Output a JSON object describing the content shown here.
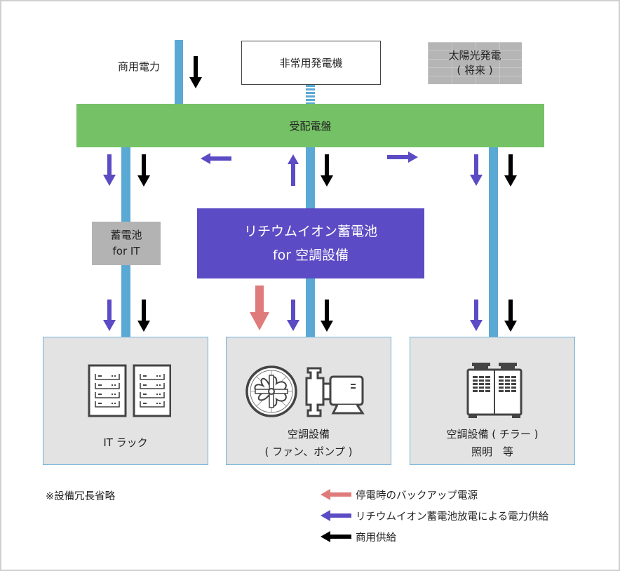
{
  "colors": {
    "pipe": "#5aa9d4",
    "bus": "#74c265",
    "lithium_battery": "#5b4bc4",
    "backup_arrow": "#e07b7b",
    "lithium_arrow": "#5b4bc4",
    "commercial_arrow": "#000000",
    "load_box_bg": "#e3e3e3",
    "load_box_border": "#6fb1d8"
  },
  "sources": {
    "commercial_power": "商用電力",
    "emergency_generator": "非常用発電機",
    "solar": {
      "line1": "太陽光発電",
      "line2": "( 将来 )"
    }
  },
  "bus": {
    "label": "受配電盤"
  },
  "it_ups": {
    "line1": "蓄電池",
    "line2": "for IT"
  },
  "lithium_battery": {
    "line1": "リチウムイオン蓄電池",
    "line2": "for 空調設備"
  },
  "loads": [
    {
      "icon": "server-rack-icon",
      "line1": "IT ラック",
      "line2": ""
    },
    {
      "icon": "fan-pump-icon",
      "line1": "空調設備",
      "line2": "( ファン、ポンプ )"
    },
    {
      "icon": "chiller-icon",
      "line1": "空調設備 ( チラー )",
      "line2": "照明　等"
    }
  ],
  "note": "※設備冗長省略",
  "legend": [
    {
      "color_key": "backup_arrow",
      "label": "停電時のバックアップ電源"
    },
    {
      "color_key": "lithium_arrow",
      "label": "リチウムイオン蓄電池放電による電力供給"
    },
    {
      "color_key": "commercial_arrow",
      "label": "商用供給"
    }
  ]
}
